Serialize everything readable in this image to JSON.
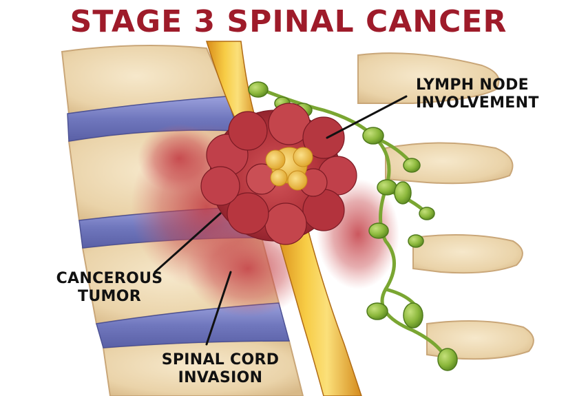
{
  "title": "STAGE 3 SPINAL CANCER",
  "labels": {
    "lymph_node": [
      "LYMPH NODE",
      "INVOLVEMENT"
    ],
    "tumor": [
      "CANCEROUS",
      "TUMOR"
    ],
    "spinal_cord": [
      "SPINAL CORD",
      "INVASION"
    ]
  },
  "colors": {
    "title": "#9e1b2a",
    "bone": "#efdcb8",
    "disc": "#7b80c2",
    "cord": "#f0b62e",
    "tumor": "#b8353e",
    "tumor_core": "#f0c24a",
    "lymph": "#8cb83c"
  }
}
